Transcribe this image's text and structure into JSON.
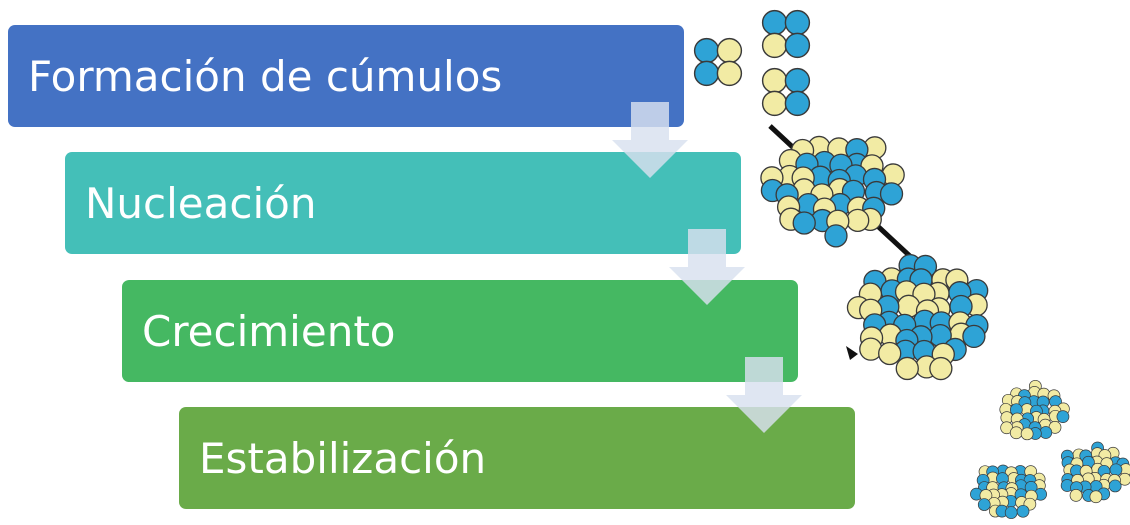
{
  "steps": [
    {
      "label": "Formación de cúmulos",
      "color": "#4472c4"
    },
    {
      "label": "Nucleación",
      "color": "#44bfb8"
    },
    {
      "label": "Crecimiento",
      "color": "#45b862"
    },
    {
      "label": "Estabilización",
      "color": "#6aab49"
    }
  ],
  "colors": {
    "arrow_fill": "#d9e1f0",
    "atom_blue": "#2ea3d6",
    "atom_yellow": "#f2eba4",
    "connector": "#111111"
  }
}
